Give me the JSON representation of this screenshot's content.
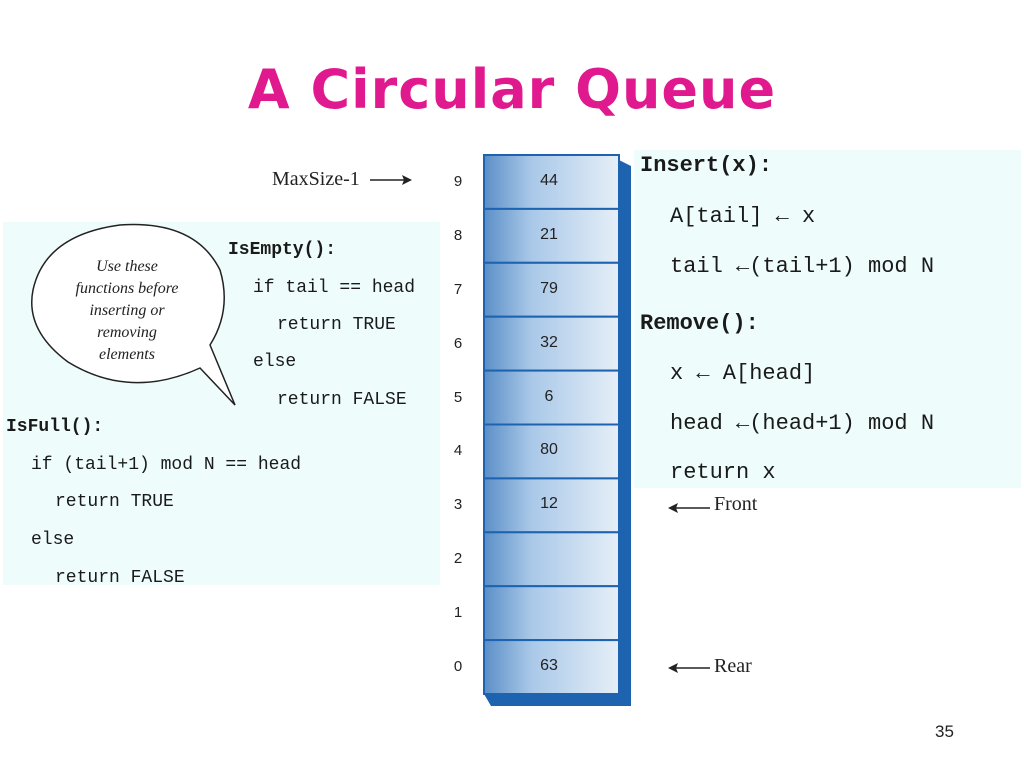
{
  "title": "A Circular Queue",
  "bubble": {
    "text_lines": [
      "Use these",
      "functions before",
      "inserting or",
      "removing",
      "elements"
    ]
  },
  "is_empty": {
    "lines": [
      "IsEmpty():",
      "if tail == head",
      "return TRUE",
      "else",
      "return FALSE"
    ]
  },
  "is_full": {
    "lines": [
      "IsFull():",
      "if (tail+1) mod N == head",
      "return TRUE",
      "else",
      "return FALSE"
    ]
  },
  "insert": {
    "lines": [
      "Insert(x):",
      "A[tail] ← x",
      "tail ←(tail+1) mod N"
    ]
  },
  "remove": {
    "lines": [
      "Remove():",
      "x ← A[head]",
      "head ←(head+1) mod N",
      "return x"
    ]
  },
  "array": {
    "indices": [
      "9",
      "8",
      "7",
      "6",
      "5",
      "4",
      "3",
      "2",
      "1",
      "0"
    ],
    "values": [
      "44",
      "21",
      "79",
      "32",
      "6",
      "80",
      "12",
      "",
      "",
      "63"
    ],
    "fill_color": "#6f9fd0",
    "shadow_color": "#1e63b0"
  },
  "labels": {
    "max_size": "MaxSize-1",
    "front": "Front",
    "rear": "Rear"
  },
  "page_number": "35",
  "colors": {
    "title": "#e0198f",
    "panel": "#eefcfc"
  }
}
